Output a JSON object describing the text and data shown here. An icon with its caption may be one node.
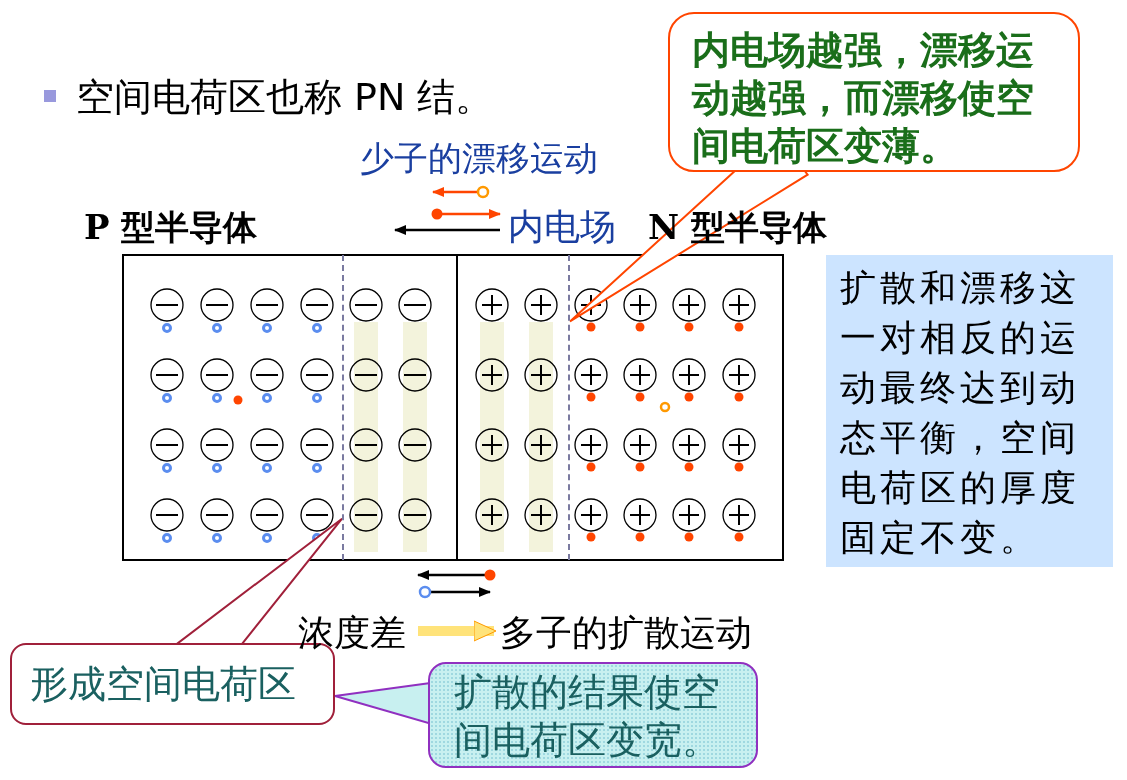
{
  "diagram": {
    "title": "空间电荷区也称 PN 结。",
    "nodes": [
      {
        "text": [
          "内电场越强，漂移运动越强，而漂移使空间电荷区变薄。"
        ]
      },
      {
        "text": [],
        "shape": "box"
      },
      {
        "text": [
          "扩散和漂移这一对相反的运动最终达到动态平衡，空间电荷区的厚度固定不变。"
        ]
      },
      {
        "text": [
          "形成空间电荷区"
        ]
      },
      {
        "text": [
          "扩散的结果使空间电荷区变宽。"
        ]
      },
      {
        "text": [
          "浓度差"
        ]
      },
      {
        "text": [
          "多子的扩散运动"
        ]
      }
    ],
    "edges": [
      {
        "from": 0,
        "to": 1,
        "arrow": "none",
        "color": "#ff4500"
      },
      {
        "from": 3,
        "to": 1,
        "arrow": "none",
        "color": "#a0203a"
      },
      {
        "from": 4,
        "to": 3,
        "arrow": "none",
        "color": "#9030c0"
      },
      {
        "from": 5,
        "to": 6,
        "arrow": "to",
        "color": "#ffe37a"
      }
    ],
    "labels": [
      "少子的漂移运动",
      "P 型半导体",
      "内电场",
      "N 型半导体"
    ]
  }
}
